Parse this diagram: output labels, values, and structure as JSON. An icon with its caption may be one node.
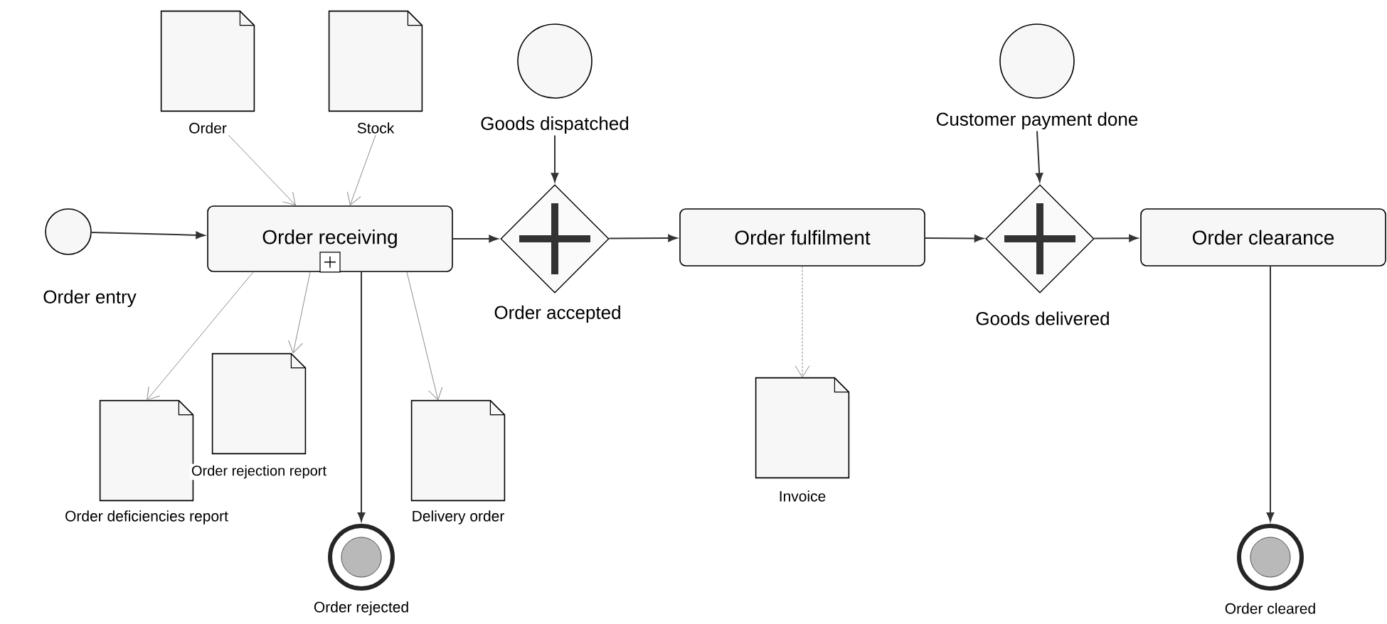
{
  "diagram": {
    "nodes": [
      {
        "text": [
          "Order entry"
        ]
      },
      {
        "text": [
          "Order"
        ]
      },
      {
        "text": [
          "Stock"
        ]
      },
      {
        "text": [
          "Goods dispatched"
        ]
      },
      {
        "text": [
          "Order receiving"
        ]
      },
      {
        "text": [
          "Order accepted"
        ]
      },
      {
        "text": [
          "Order fulfilment"
        ]
      },
      {
        "text": [
          "Customer payment done"
        ]
      },
      {
        "text": [
          "Goods delivered"
        ]
      },
      {
        "text": [
          "Order clearance"
        ]
      },
      {
        "text": [
          "Order deficiencies report"
        ]
      },
      {
        "text": [
          "Order rejection report"
        ]
      },
      {
        "text": [
          "Delivery order"
        ]
      },
      {
        "text": [
          "Order rejected"
        ]
      },
      {
        "text": [
          "Invoice"
        ]
      },
      {
        "text": [
          "Order cleared"
        ]
      }
    ],
    "edges": [
      {
        "from": 0,
        "to": 4,
        "arrow": "to"
      },
      {
        "from": 1,
        "to": 4,
        "arrow": "to",
        "color": "#8c8c8c"
      },
      {
        "from": 2,
        "to": 4,
        "arrow": "to",
        "color": "#8c8c8c"
      },
      {
        "from": 4,
        "to": 5,
        "arrow": "to"
      },
      {
        "from": 3,
        "to": 5,
        "arrow": "to"
      },
      {
        "from": 5,
        "to": 6,
        "arrow": "to"
      },
      {
        "from": 4,
        "to": 10,
        "arrow": "to",
        "color": "#8c8c8c"
      },
      {
        "from": 4,
        "to": 11,
        "arrow": "to",
        "color": "#8c8c8c"
      },
      {
        "from": 4,
        "to": 12,
        "arrow": "to",
        "color": "#8c8c8c"
      },
      {
        "from": 4,
        "to": 13,
        "arrow": "to"
      },
      {
        "from": 6,
        "to": 14,
        "arrow": "to",
        "style": "dashed",
        "color": "#8c8c8c"
      },
      {
        "from": 6,
        "to": 8,
        "arrow": "to"
      },
      {
        "from": 7,
        "to": 8,
        "arrow": "to"
      },
      {
        "from": 8,
        "to": 9,
        "arrow": "to"
      },
      {
        "from": 9,
        "to": 15,
        "arrow": "to"
      }
    ]
  }
}
